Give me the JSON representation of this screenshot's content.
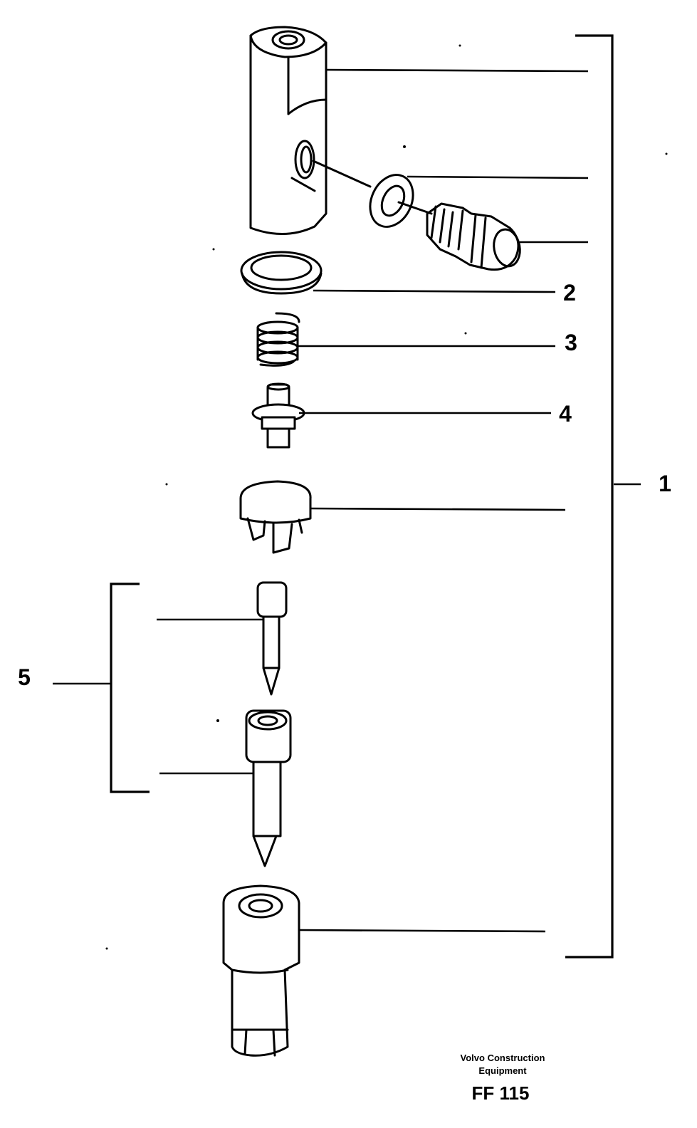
{
  "labels": {
    "item1": "1",
    "item2": "2",
    "item3": "3",
    "item4": "4",
    "item5": "5"
  },
  "footer": {
    "brand_line1": "Volvo Construction",
    "brand_line2": "Equipment",
    "code": "FF 115"
  }
}
